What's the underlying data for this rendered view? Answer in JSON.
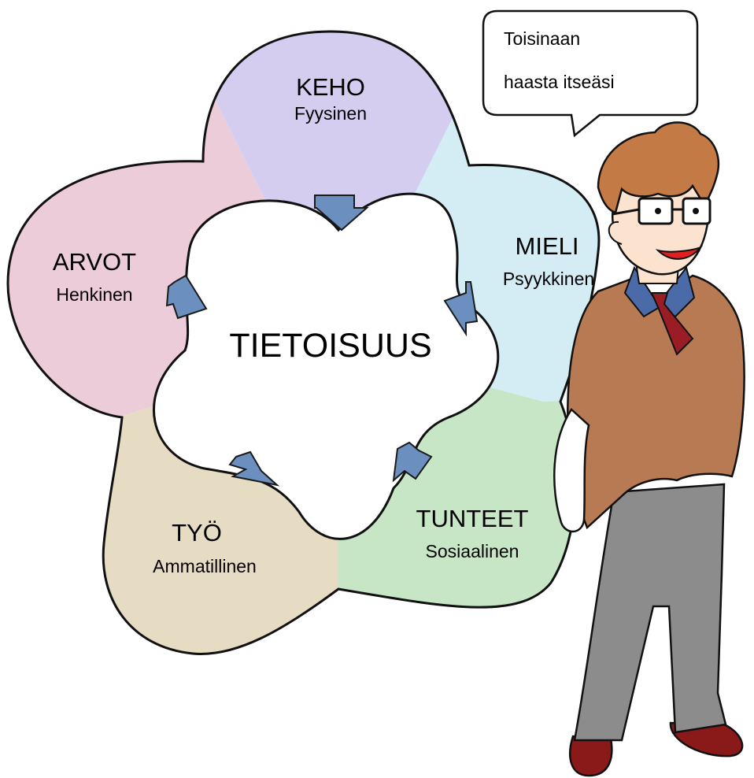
{
  "diagram": {
    "center_label": "TIETOISUUS",
    "segments": [
      {
        "title": "KEHO",
        "subtitle": "Fyysinen",
        "color": "#d4cdf0"
      },
      {
        "title": "MIELI",
        "subtitle": "Psyykkinen",
        "color": "#d4edf4"
      },
      {
        "title": "TUNTEET",
        "subtitle": "Sosiaalinen",
        "color": "#c6e6c6"
      },
      {
        "title": "TYÖ",
        "subtitle": "Ammatillinen",
        "color": "#e6dcc3"
      },
      {
        "title": "ARVOT",
        "subtitle": "Henkinen",
        "color": "#ecccd8"
      }
    ],
    "arrow_color": "#6b8fbf"
  },
  "speech_bubble": {
    "line1": "Toisinaan",
    "line2": "haasta itseäsi"
  },
  "character": {
    "jacket_color": "#b87a52",
    "trousers_color": "#8c8c8c",
    "shirt_color": "#4a6aa8",
    "tie_color": "#9a1c24",
    "hair_color": "#c47a45",
    "shoe_color": "#8a1a1a"
  }
}
